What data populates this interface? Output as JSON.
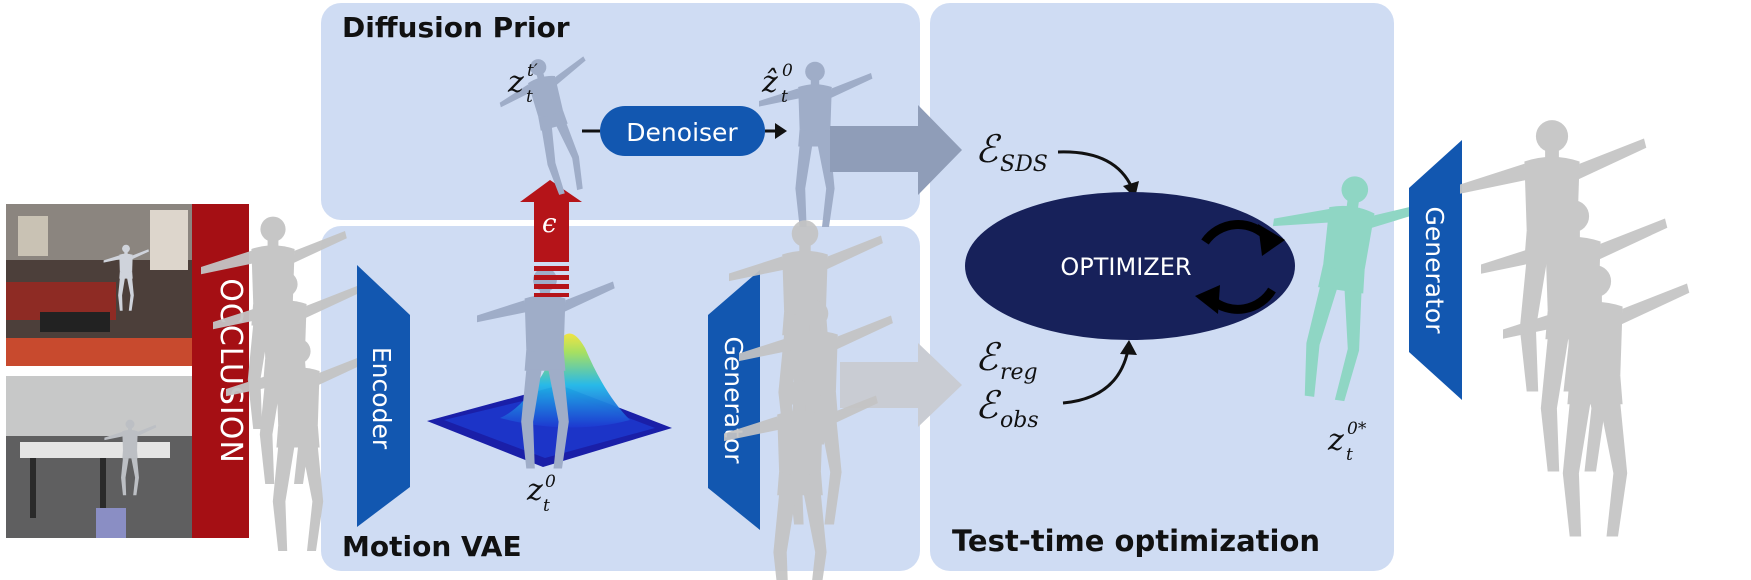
{
  "panels": {
    "diffusion_prior": "Diffusion Prior",
    "motion_vae": "Motion VAE",
    "test_time_optimization": "Test-time optimization"
  },
  "blocks": {
    "occlusion": "OCCLUSION",
    "encoder": "Encoder",
    "generator_vae": "Generator",
    "generator_out": "Generator",
    "denoiser": "Denoiser",
    "optimizer": "OPTIMIZER"
  },
  "symbols": {
    "epsilon": "ϵ",
    "z_t_tprime": {
      "base": "z",
      "sub": "t",
      "sup": "t′"
    },
    "z_hat_t_0": {
      "base": "ẑ",
      "sub": "t",
      "sup": "0"
    },
    "z_t_0": {
      "base": "z",
      "sub": "t",
      "sup": "0"
    },
    "z_t_0_star": {
      "base": "z",
      "sub": "t",
      "sup": "0*"
    }
  },
  "losses": {
    "sds": {
      "base": "ℰ",
      "sub": "SDS"
    },
    "reg": {
      "base": "ℰ",
      "sub": "reg"
    },
    "obs": {
      "base": "ℰ",
      "sub": "obs"
    }
  },
  "colors": {
    "panel_bg": "#cfdcf3",
    "blue_block": "#1257b0",
    "optimizer": "#17215a",
    "occlusion": "#a50f14",
    "red_arrow": "#b51419",
    "gray_arrow_dark": "#8f9db8",
    "gray_arrow_light": "#c9ccd3",
    "body_gray": "#bdbdbd",
    "body_blue": "#9fadc8",
    "body_teal": "#8fd6c4"
  }
}
